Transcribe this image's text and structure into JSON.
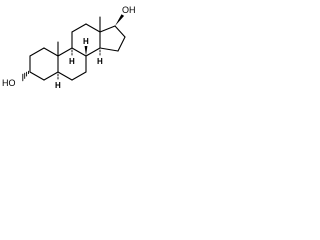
{
  "molecule": {
    "hydroxyl_top_label": "OH",
    "hydroxyl_left_label": "HO",
    "hydrogen_label": "H",
    "colors": {
      "bond": "#000000",
      "background": "#ffffff"
    }
  }
}
